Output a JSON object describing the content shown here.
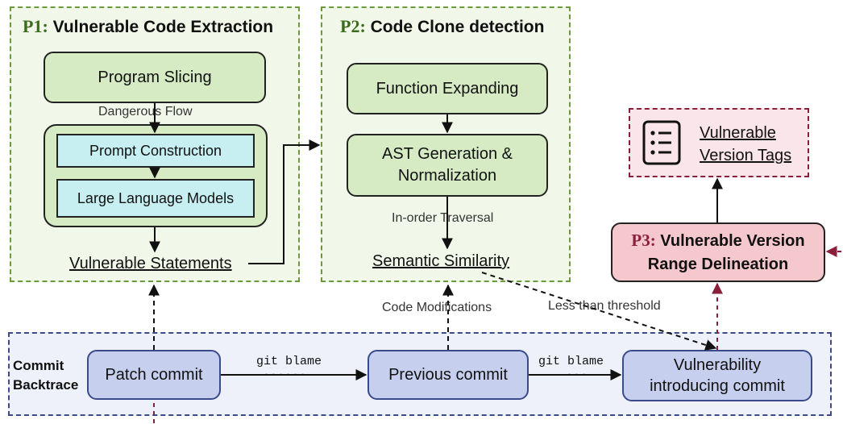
{
  "p1": {
    "num": "P1:",
    "title": "Vulnerable Code Extraction",
    "program_slicing": "Program Slicing",
    "dangerous_flow": "Dangerous Flow",
    "prompt_construction": "Prompt Construction",
    "llm": "Large Language Models",
    "vulnerable_statements": "Vulnerable Statements"
  },
  "p2": {
    "num": "P2:",
    "title": "Code Clone detection",
    "function_expanding": "Function Expanding",
    "ast_line1": "AST Generation &",
    "ast_line2": "Normalization",
    "inorder": "In-order Traversal",
    "semantic_similarity": "Semantic Similarity"
  },
  "p3": {
    "num": "P3:",
    "title_line1": "Vulnerable Version",
    "title_line2": "Range Delineation"
  },
  "tags": {
    "line1": "Vulnerable",
    "line2": "Version Tags"
  },
  "labels": {
    "code_modifications": "Code Modifications",
    "less_than_threshold": "Less than threshold"
  },
  "commit": {
    "label_line1": "Commit",
    "label_line2": "Backtrace",
    "patch": "Patch commit",
    "git_blame_1": "git blame",
    "dots_1": "......",
    "previous": "Previous commit",
    "git_blame_2": "git blame",
    "dots_2": "...",
    "vic_line1": "Vulnerability",
    "vic_line2": "introducing commit"
  }
}
